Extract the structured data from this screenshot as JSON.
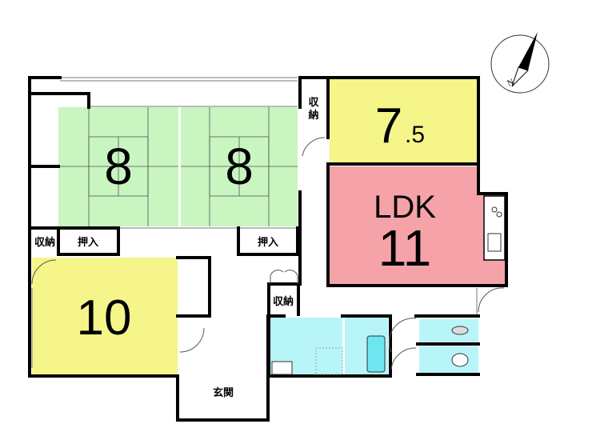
{
  "rooms": {
    "washitsu_1": {
      "size": "8",
      "color": "#c8f5c0"
    },
    "washitsu_2": {
      "size": "8",
      "color": "#c8f5c0"
    },
    "western": {
      "size": "10",
      "color": "#f5f58a"
    },
    "bedroom": {
      "size": "7",
      "size_decimal": ".5",
      "color": "#f5f58a"
    },
    "ldk": {
      "label": "LDK",
      "size": "11",
      "color": "#f5a3a8"
    },
    "wet_area_color": "#b8f5f8"
  },
  "labels": {
    "storage_left": "収納",
    "oshiire_left": "押入",
    "oshiire_right": "押入",
    "storage_top_1": "収",
    "storage_top_2": "納",
    "storage_mid": "収納",
    "entrance": "玄関"
  },
  "compass": {
    "north": "N"
  }
}
